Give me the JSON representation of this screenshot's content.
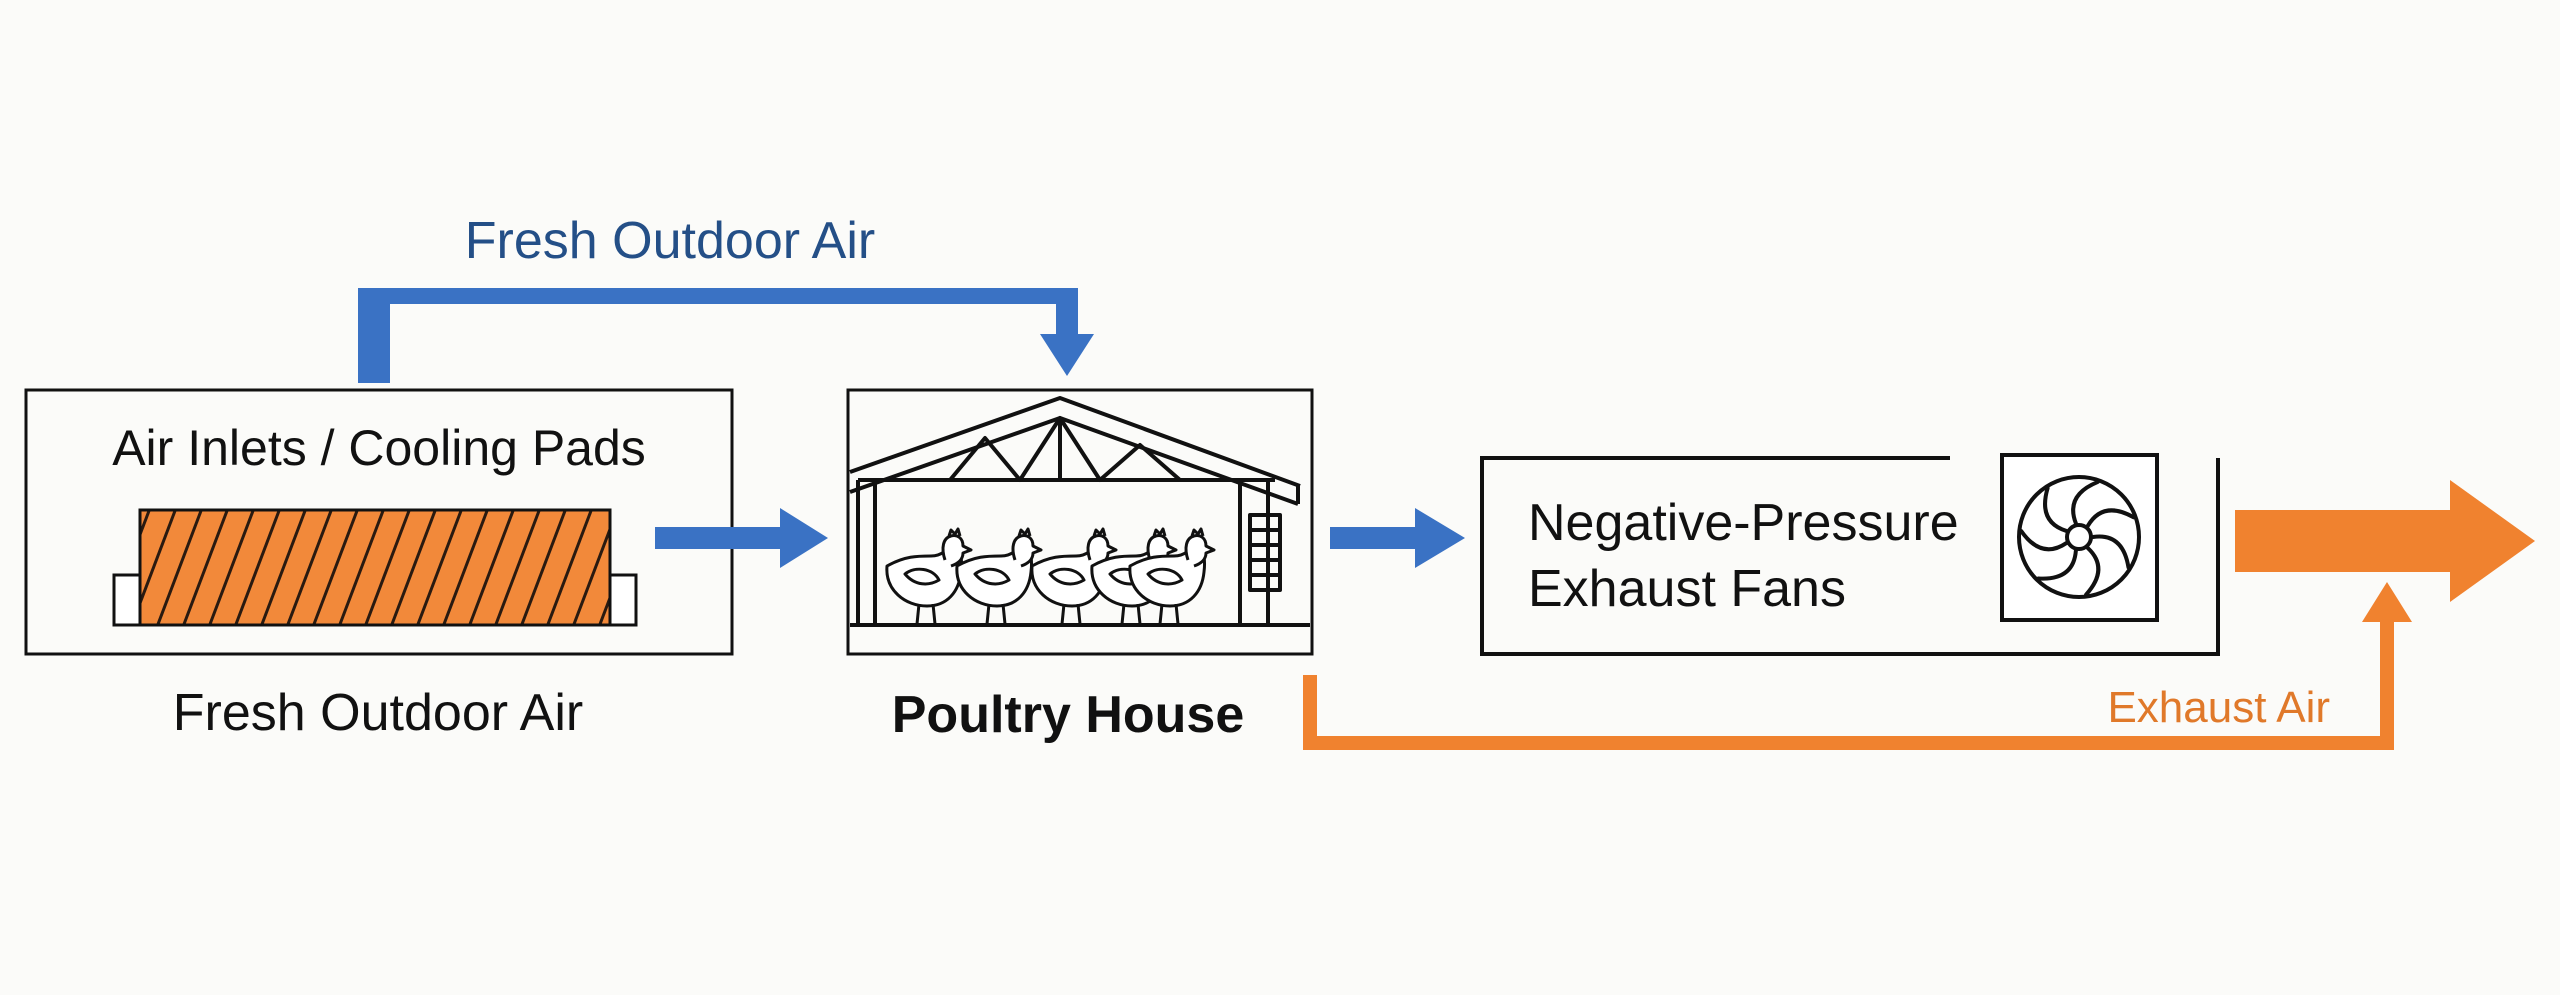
{
  "top_flow_label": "Fresh Outdoor Air",
  "inlet": {
    "title": "Air Inlets / Cooling Pads",
    "caption": "Fresh Outdoor Air"
  },
  "house": {
    "caption": "Poultry House"
  },
  "fans": {
    "line1": "Negative-Pressure",
    "line2": "Exhaust Fans"
  },
  "exhaust_flow_label": "Exhaust Air",
  "colors": {
    "fresh_air": "#3a72c4",
    "exhaust_air": "#f0822f",
    "pad_fill": "#f2893a",
    "outline": "#111111",
    "label_blue": "#244f87",
    "label_orange": "#e0792a"
  }
}
